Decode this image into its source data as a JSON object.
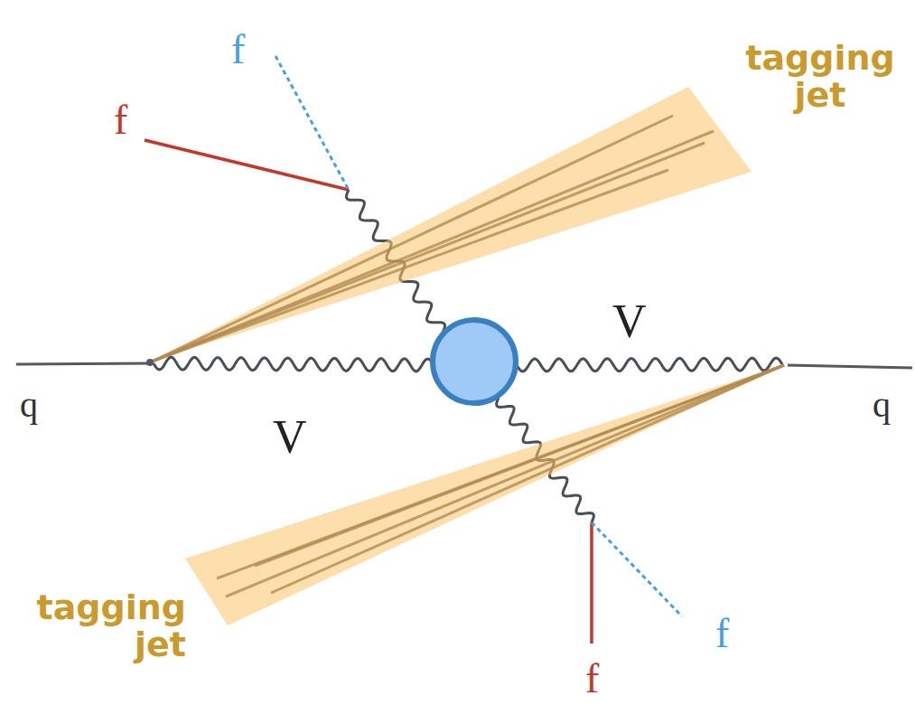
{
  "diagram": {
    "labels": [
      "f",
      "f",
      "tagging jet",
      "V",
      "q",
      "V",
      "q",
      "tagging jet",
      "f",
      "f"
    ]
  }
}
